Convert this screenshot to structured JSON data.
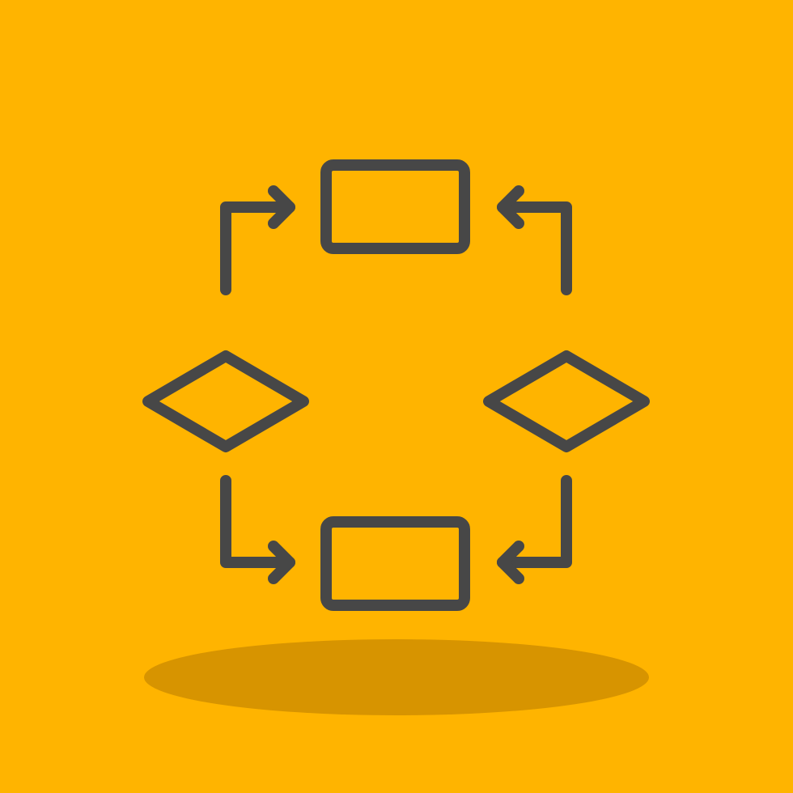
{
  "icon": {
    "name": "workflow-flowchart-icon",
    "colors": {
      "background": "#FFB400",
      "shadow": "#D79400",
      "outline": "#474747",
      "process_box_fill": "#E6E6E6",
      "decision_fill": "#FF3535"
    },
    "elements": {
      "process_boxes": 2,
      "decision_diamonds": 2,
      "connector_arrows": 4
    }
  }
}
